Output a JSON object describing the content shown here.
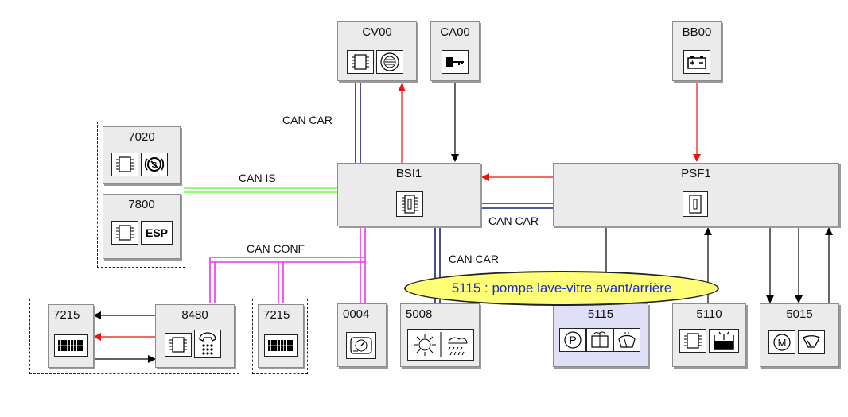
{
  "ecus": {
    "cv00": "CV00",
    "ca00": "CA00",
    "bb00": "BB00",
    "bsi1": "BSI1",
    "psf1": "PSF1",
    "e7020": "7020",
    "e7800": "7800",
    "e7215a": "7215",
    "e8480": "8480",
    "e7215b": "7215",
    "e0004": "0004",
    "e5008": "5008",
    "e5115": "5115",
    "e5110": "5110",
    "e5015": "5015"
  },
  "buses": {
    "can_car_top": "CAN CAR",
    "can_is": "CAN IS",
    "can_car_right": "CAN CAR",
    "can_car_bottom": "CAN CAR",
    "can_conf": "CAN CONF"
  },
  "esp_text": "ESP",
  "callout": "5115 : pompe lave-vitre avant/arrière",
  "colors": {
    "can_car": "#1a237e",
    "can_is": "#66ff44",
    "can_conf": "#ee33ee",
    "signal": "#ee1111",
    "wire": "#000000",
    "highlight_box": "#dfe0f8",
    "callout_fill": "#ffff77",
    "callout_text": "#1a2ccc"
  },
  "icons": [
    "ecu-icon",
    "speaker-icon",
    "key-icon",
    "battery-icon",
    "fuse-icon",
    "immobiliser-icon",
    "esp-icon",
    "display-icon",
    "phone-icon",
    "gauge-icon",
    "sun-rain-icon",
    "pump-icon",
    "washer-icon",
    "wiper-icon",
    "level-icon",
    "motor-icon"
  ]
}
